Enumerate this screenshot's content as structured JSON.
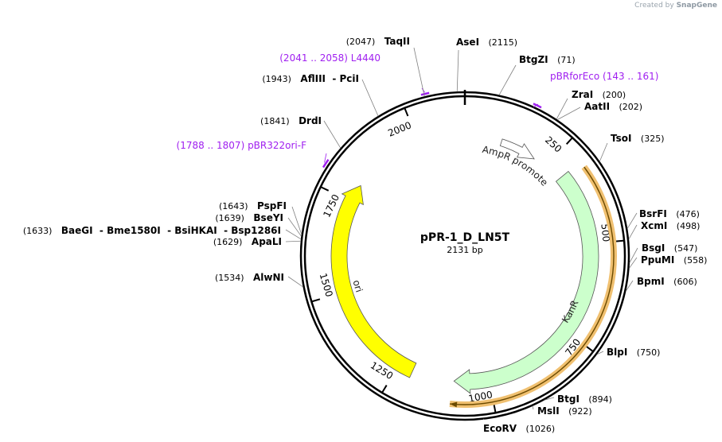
{
  "credit": {
    "prefix": "Created by",
    "brand": "SnapGene"
  },
  "plasmid": {
    "name": "pPR-1_D_LN5T",
    "length_label": "2131 bp",
    "length": 2131
  },
  "ticks": [
    {
      "label": "250",
      "pos": 250
    },
    {
      "label": "500",
      "pos": 500
    },
    {
      "label": "750",
      "pos": 750
    },
    {
      "label": "1000",
      "pos": 1000
    },
    {
      "label": "1250",
      "pos": 1250
    },
    {
      "label": "1500",
      "pos": 1500
    },
    {
      "label": "1750",
      "pos": 1750
    },
    {
      "label": "2000",
      "pos": 2000
    }
  ],
  "sites": [
    {
      "name": "AseI",
      "pos": 2115,
      "pos_label": "(2115)"
    },
    {
      "name": "BtgZI",
      "pos": 71,
      "pos_label": "(71)"
    },
    {
      "name": "ZraI",
      "pos": 200,
      "pos_label": "(200)"
    },
    {
      "name": "AatII",
      "pos": 202,
      "pos_label": "(202)"
    },
    {
      "name": "TsoI",
      "pos": 325,
      "pos_label": "(325)"
    },
    {
      "name": "BsrFI",
      "pos": 476,
      "pos_label": "(476)"
    },
    {
      "name": "XcmI",
      "pos": 498,
      "pos_label": "(498)"
    },
    {
      "name": "BsgI",
      "pos": 547,
      "pos_label": "(547)"
    },
    {
      "name": "PpuMI",
      "pos": 558,
      "pos_label": "(558)"
    },
    {
      "name": "BpmI",
      "pos": 606,
      "pos_label": "(606)"
    },
    {
      "name": "BlpI",
      "pos": 750,
      "pos_label": "(750)"
    },
    {
      "name": "BtgI",
      "pos": 894,
      "pos_label": "(894)"
    },
    {
      "name": "MslI",
      "pos": 922,
      "pos_label": "(922)"
    },
    {
      "name": "EcoRV",
      "pos": 1026,
      "pos_label": "(1026)"
    },
    {
      "name": "AlwNI",
      "pos": 1534,
      "pos_label": "(1534)"
    },
    {
      "name": "ApaLI",
      "pos": 1629,
      "pos_label": "(1629)"
    },
    {
      "name": "BaeGI  - Bme1580I  - BsiHKAI  - Bsp1286I",
      "pos": 1633,
      "pos_label": "(1633)"
    },
    {
      "name": "BseYI",
      "pos": 1639,
      "pos_label": "(1639)"
    },
    {
      "name": "PspFI",
      "pos": 1643,
      "pos_label": "(1643)"
    },
    {
      "name": "DrdI",
      "pos": 1841,
      "pos_label": "(1841)"
    },
    {
      "name": "AflIII  - PciI",
      "pos": 1943,
      "pos_label": "(1943)"
    },
    {
      "name": "TaqII",
      "pos": 2047,
      "pos_label": "(2047)"
    }
  ],
  "primers": [
    {
      "name": "pBRforEco",
      "range_label": "(143 .. 161)",
      "start": 143,
      "end": 161
    },
    {
      "name": "pBR322ori-F",
      "range_label": "(1788 .. 1807)",
      "start": 1788,
      "end": 1807
    },
    {
      "name": "L4440",
      "range_label": "(2041 .. 2058)",
      "start": 2041,
      "end": 2058
    }
  ],
  "features": [
    {
      "name": "AmpR promoter",
      "start": 105,
      "end": 210,
      "direction": "cw",
      "color": "#ffffff"
    },
    {
      "name": "KanR",
      "start": 300,
      "end": 1095,
      "direction": "cw",
      "color": "#ccffcc"
    },
    {
      "name": "ori",
      "start": 1210,
      "end": 1800,
      "direction": "cw",
      "color": "#ffff00"
    }
  ],
  "orf": {
    "start": 315,
    "end": 1100,
    "color": "#f0c070"
  },
  "colors": {
    "primer": "#a020f0",
    "backbone": "#000000",
    "site_line": "#808080"
  }
}
